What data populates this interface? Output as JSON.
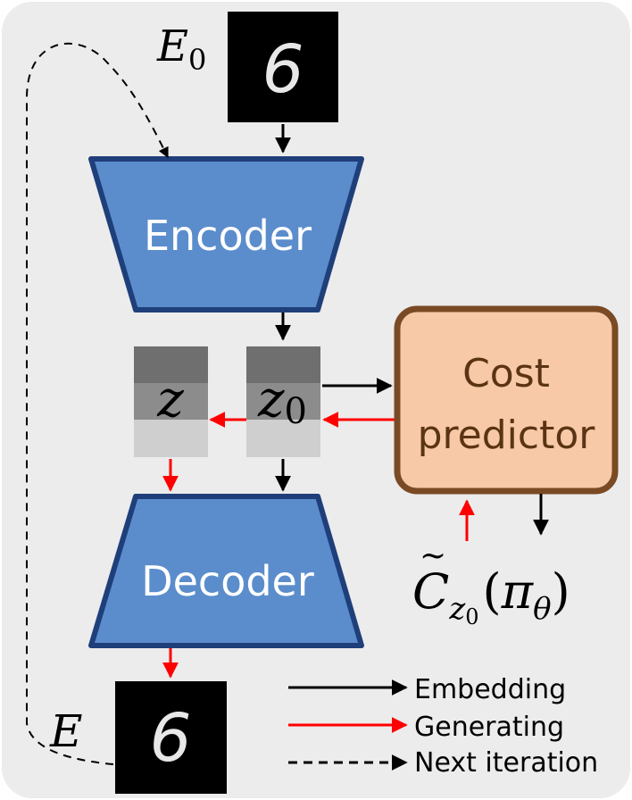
{
  "input_image": {
    "label_main": "E",
    "label_sub": "0",
    "digit": "6"
  },
  "output_image": {
    "label": "E",
    "digit": "6"
  },
  "encoder": {
    "label": "Encoder"
  },
  "decoder": {
    "label": "Decoder"
  },
  "latent_z": {
    "label": "z"
  },
  "latent_z0": {
    "label_main": "z",
    "label_sub": "0"
  },
  "cost_predictor": {
    "line1": "Cost",
    "line2": "predictor"
  },
  "cost_output": {
    "main": "C",
    "sub": "z",
    "subsub": "0",
    "paren_open": "(",
    "pi": "π",
    "theta": "θ",
    "paren_close": ")"
  },
  "legend": {
    "embedding": "Embedding",
    "generating": "Generating",
    "next_iteration": "Next iteration"
  },
  "colors": {
    "background": "#ececec",
    "encoder_fill": "#5b8dcc",
    "encoder_stroke": "#1f3f7a",
    "cost_fill": "#f7c9a6",
    "cost_stroke": "#7a4a24",
    "black_arrow": "#000000",
    "red_arrow": "#ff0000"
  }
}
